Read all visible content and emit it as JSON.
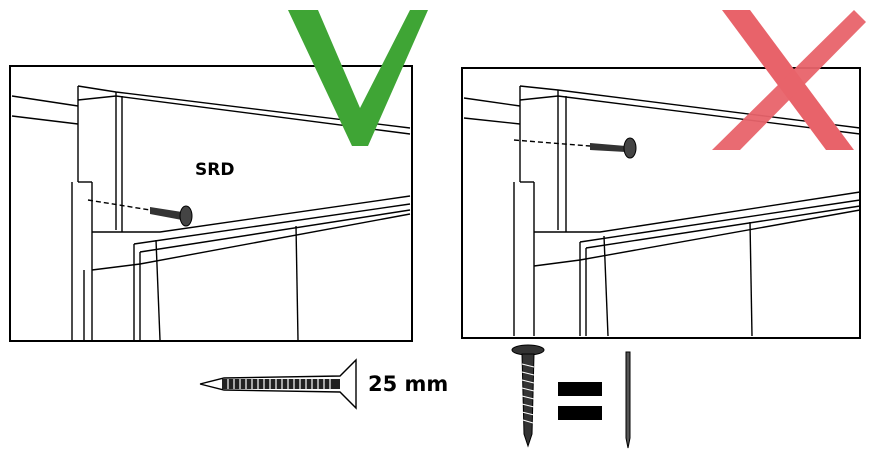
{
  "left_panel": {
    "label": "SRD",
    "mark": "check-mark",
    "mark_color": "#3fa535"
  },
  "right_panel": {
    "mark": "cross-mark",
    "mark_color": "#e8636a"
  },
  "screw": {
    "length_label": "25 mm",
    "icon": "screw-icon"
  },
  "equation": {
    "symbol": "=",
    "icons": [
      "screw-icon",
      "screw-profile-icon"
    ]
  }
}
